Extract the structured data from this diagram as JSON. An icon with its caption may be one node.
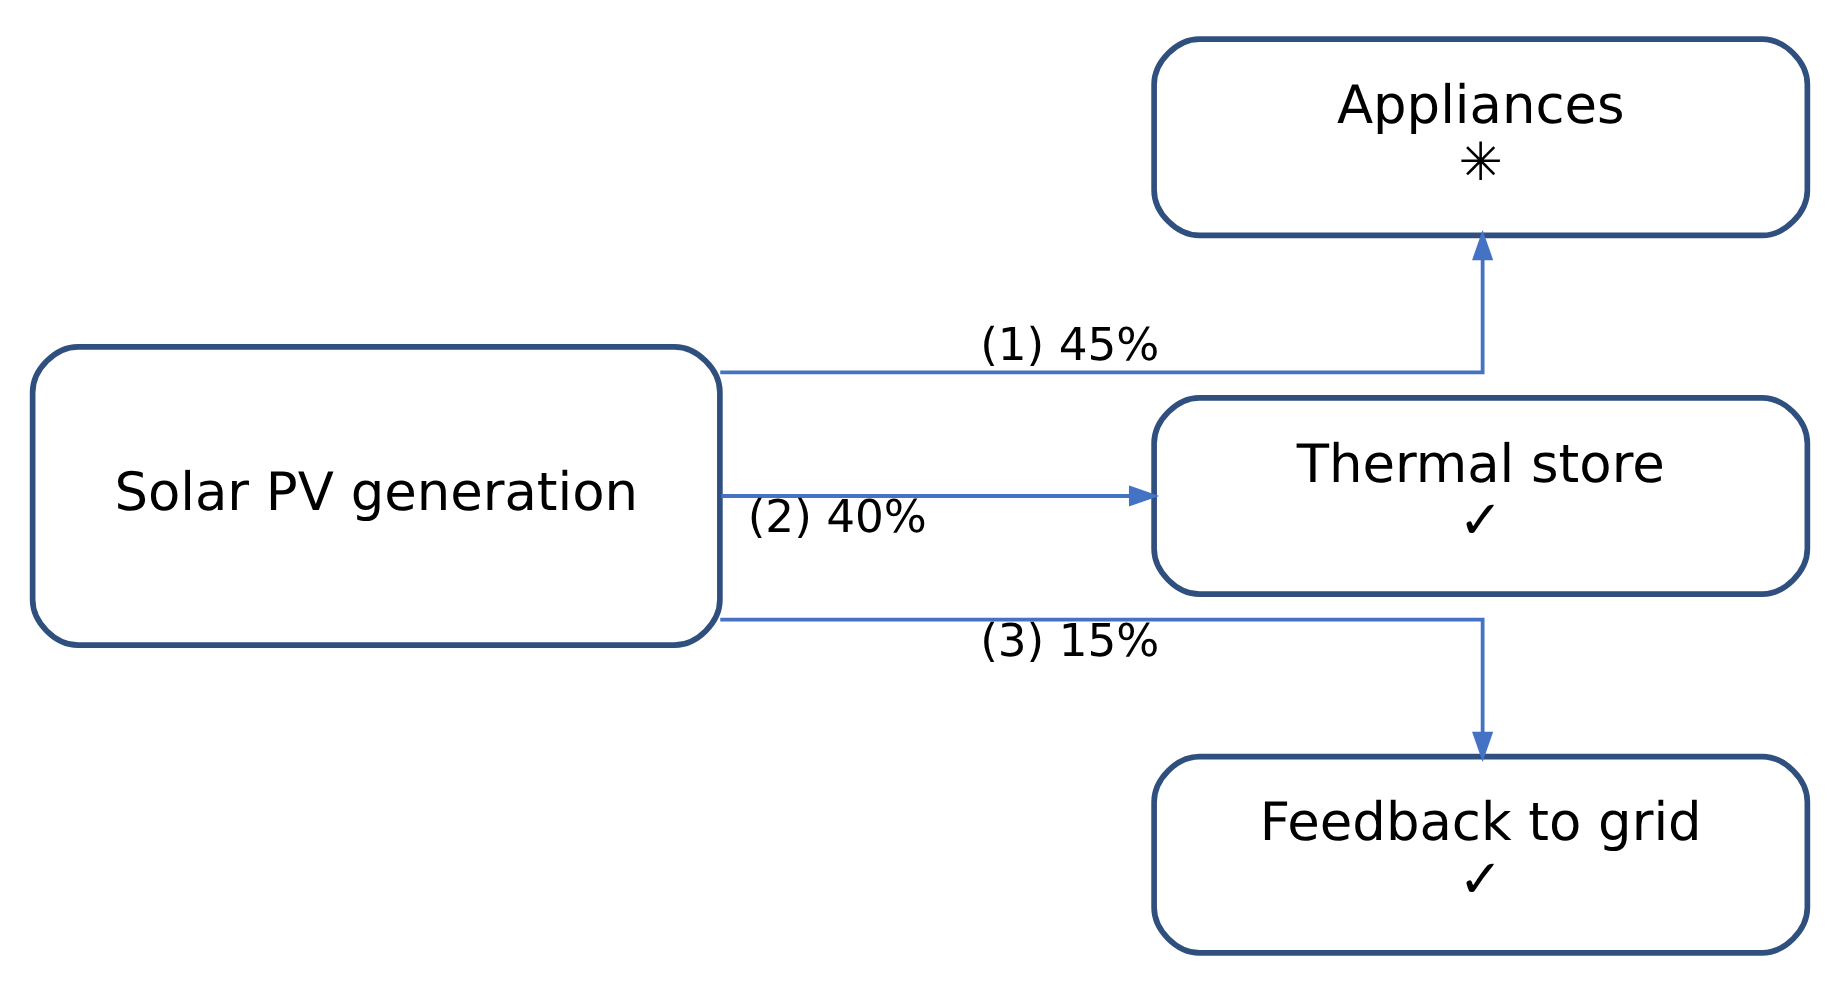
{
  "diagram": {
    "nodes": [
      {
        "text": [
          "Solar PV generation"
        ]
      },
      {
        "text": [
          "Appliances",
          "✳"
        ]
      },
      {
        "text": [
          "Thermal store",
          "✓"
        ]
      },
      {
        "text": [
          "Feedback to grid",
          "✓"
        ]
      }
    ],
    "edges": [
      {
        "from": 0,
        "to": 1,
        "arrow": "to",
        "label": "(1) 45%"
      },
      {
        "from": 0,
        "to": 2,
        "arrow": "to",
        "label": "(2) 40%"
      },
      {
        "from": 0,
        "to": 3,
        "arrow": "to",
        "label": "(3) 15%"
      }
    ]
  }
}
